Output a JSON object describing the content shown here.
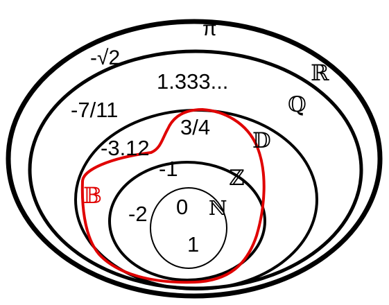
{
  "colors": {
    "outline": "#000000",
    "highlight": "#e00000",
    "background": "#ffffff"
  },
  "sets": {
    "R": "ℝ",
    "Q": "ℚ",
    "D": "𝔻",
    "Z": "ℤ",
    "N": "ℕ",
    "B": "𝔹"
  },
  "elements": {
    "pi": "π",
    "neg_sqrt2": "-√2",
    "r1333": "1.333...",
    "neg7_11": "-7/11",
    "three_quarters": "3/4",
    "neg3_12": "-3.12",
    "neg1": "-1",
    "neg2": "-2",
    "zero": "0",
    "one": "1"
  }
}
